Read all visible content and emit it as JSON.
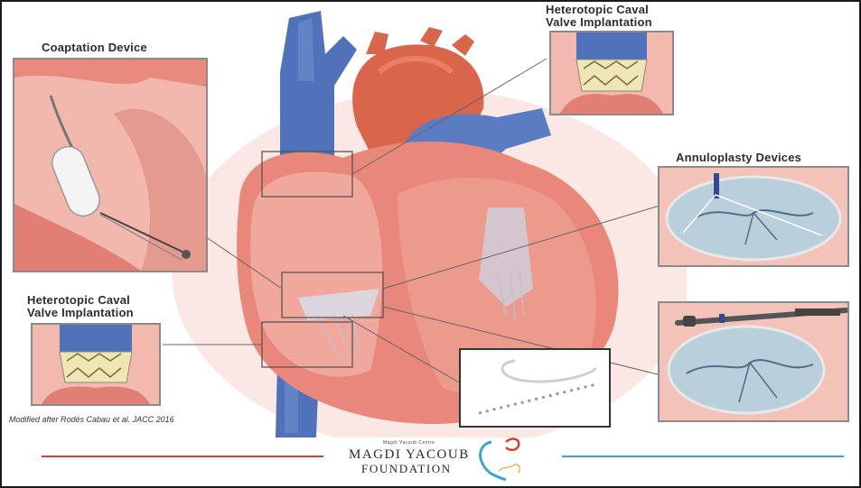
{
  "labels": {
    "coaptation": "Coaptation Device",
    "caval_top_line1": "Heterotopic Caval",
    "caval_top_line2": "Valve Implantation",
    "caval_bottom_line1": "Heterotopic Caval",
    "caval_bottom_line2": "Valve Implantation",
    "annuloplasty": "Annuloplasty Devices"
  },
  "credit": "Modified after Rodés Cabau et al. JACC 2016",
  "logo": {
    "small_text": "Magdi Yacoub Centre",
    "line1": "MAGDI YACOUB",
    "line2": "FOUNDATION"
  },
  "colors": {
    "rule_left": "#d9412f",
    "rule_right": "#3ba3d6",
    "heart_red": "#e07d6d",
    "vessel_blue": "#4a6fb8",
    "aorta": "#d9654a"
  }
}
